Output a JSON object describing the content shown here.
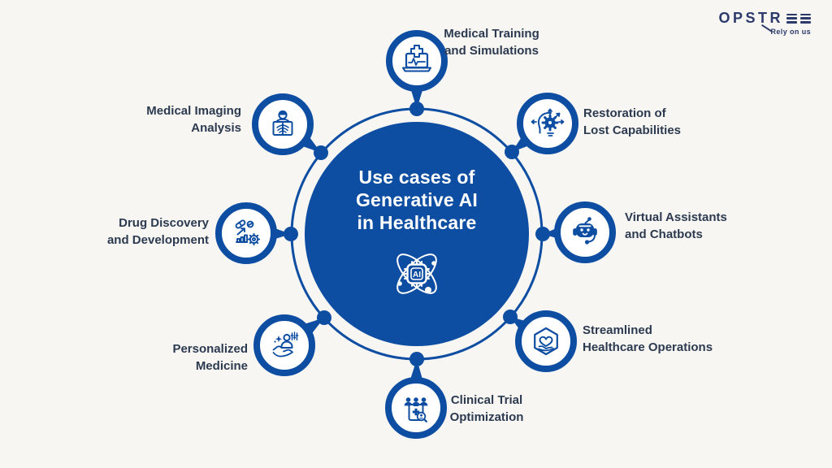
{
  "title": "Use cases of Generative AI in Healthcare",
  "background_color": "#f7f6f3",
  "colors": {
    "primary_blue": "#0d4da2",
    "label_text": "#2c3a50",
    "logo_navy": "#2b3a6b",
    "center_text": "#ffffff"
  },
  "center": {
    "title_lines": [
      "Use cases of",
      "Generative AI",
      "in Healthcare"
    ],
    "chip_label": "AI",
    "icon": "ai-chip-orbit-icon"
  },
  "nodes": [
    {
      "id": "medical-training",
      "position": "top",
      "icon": "medical-laptop-icon",
      "lines": [
        "Medical Training",
        "and Simulations"
      ]
    },
    {
      "id": "restoration-capabilities",
      "position": "top-right",
      "icon": "mind-gear-arrows-icon",
      "lines": [
        "Restoration of",
        "Lost Capabilities"
      ]
    },
    {
      "id": "virtual-assistants",
      "position": "right",
      "icon": "chatbot-robot-icon",
      "lines": [
        "Virtual Assistants",
        "and Chatbots"
      ]
    },
    {
      "id": "streamlined-operations",
      "position": "bottom-right",
      "icon": "heart-hand-hexagon-icon",
      "lines": [
        "Streamlined",
        "Healthcare Operations"
      ]
    },
    {
      "id": "clinical-trial",
      "position": "bottom",
      "icon": "patients-clipboard-icon",
      "lines": [
        "Clinical Trial",
        "Optimization"
      ]
    },
    {
      "id": "personalized-medicine",
      "position": "bottom-left",
      "icon": "hand-person-care-icon",
      "lines": [
        "Personalized",
        "Medicine"
      ]
    },
    {
      "id": "drug-discovery",
      "position": "left",
      "icon": "pills-chart-gear-icon",
      "lines": [
        "Drug Discovery",
        "and Development"
      ]
    },
    {
      "id": "medical-imaging",
      "position": "top-left",
      "icon": "xray-scan-icon",
      "lines": [
        "Medical Imaging",
        "Analysis"
      ]
    }
  ],
  "logo": {
    "brand": "OPSTREE",
    "brand_prefix": "OPSTR",
    "tagline": "Rely on us"
  }
}
